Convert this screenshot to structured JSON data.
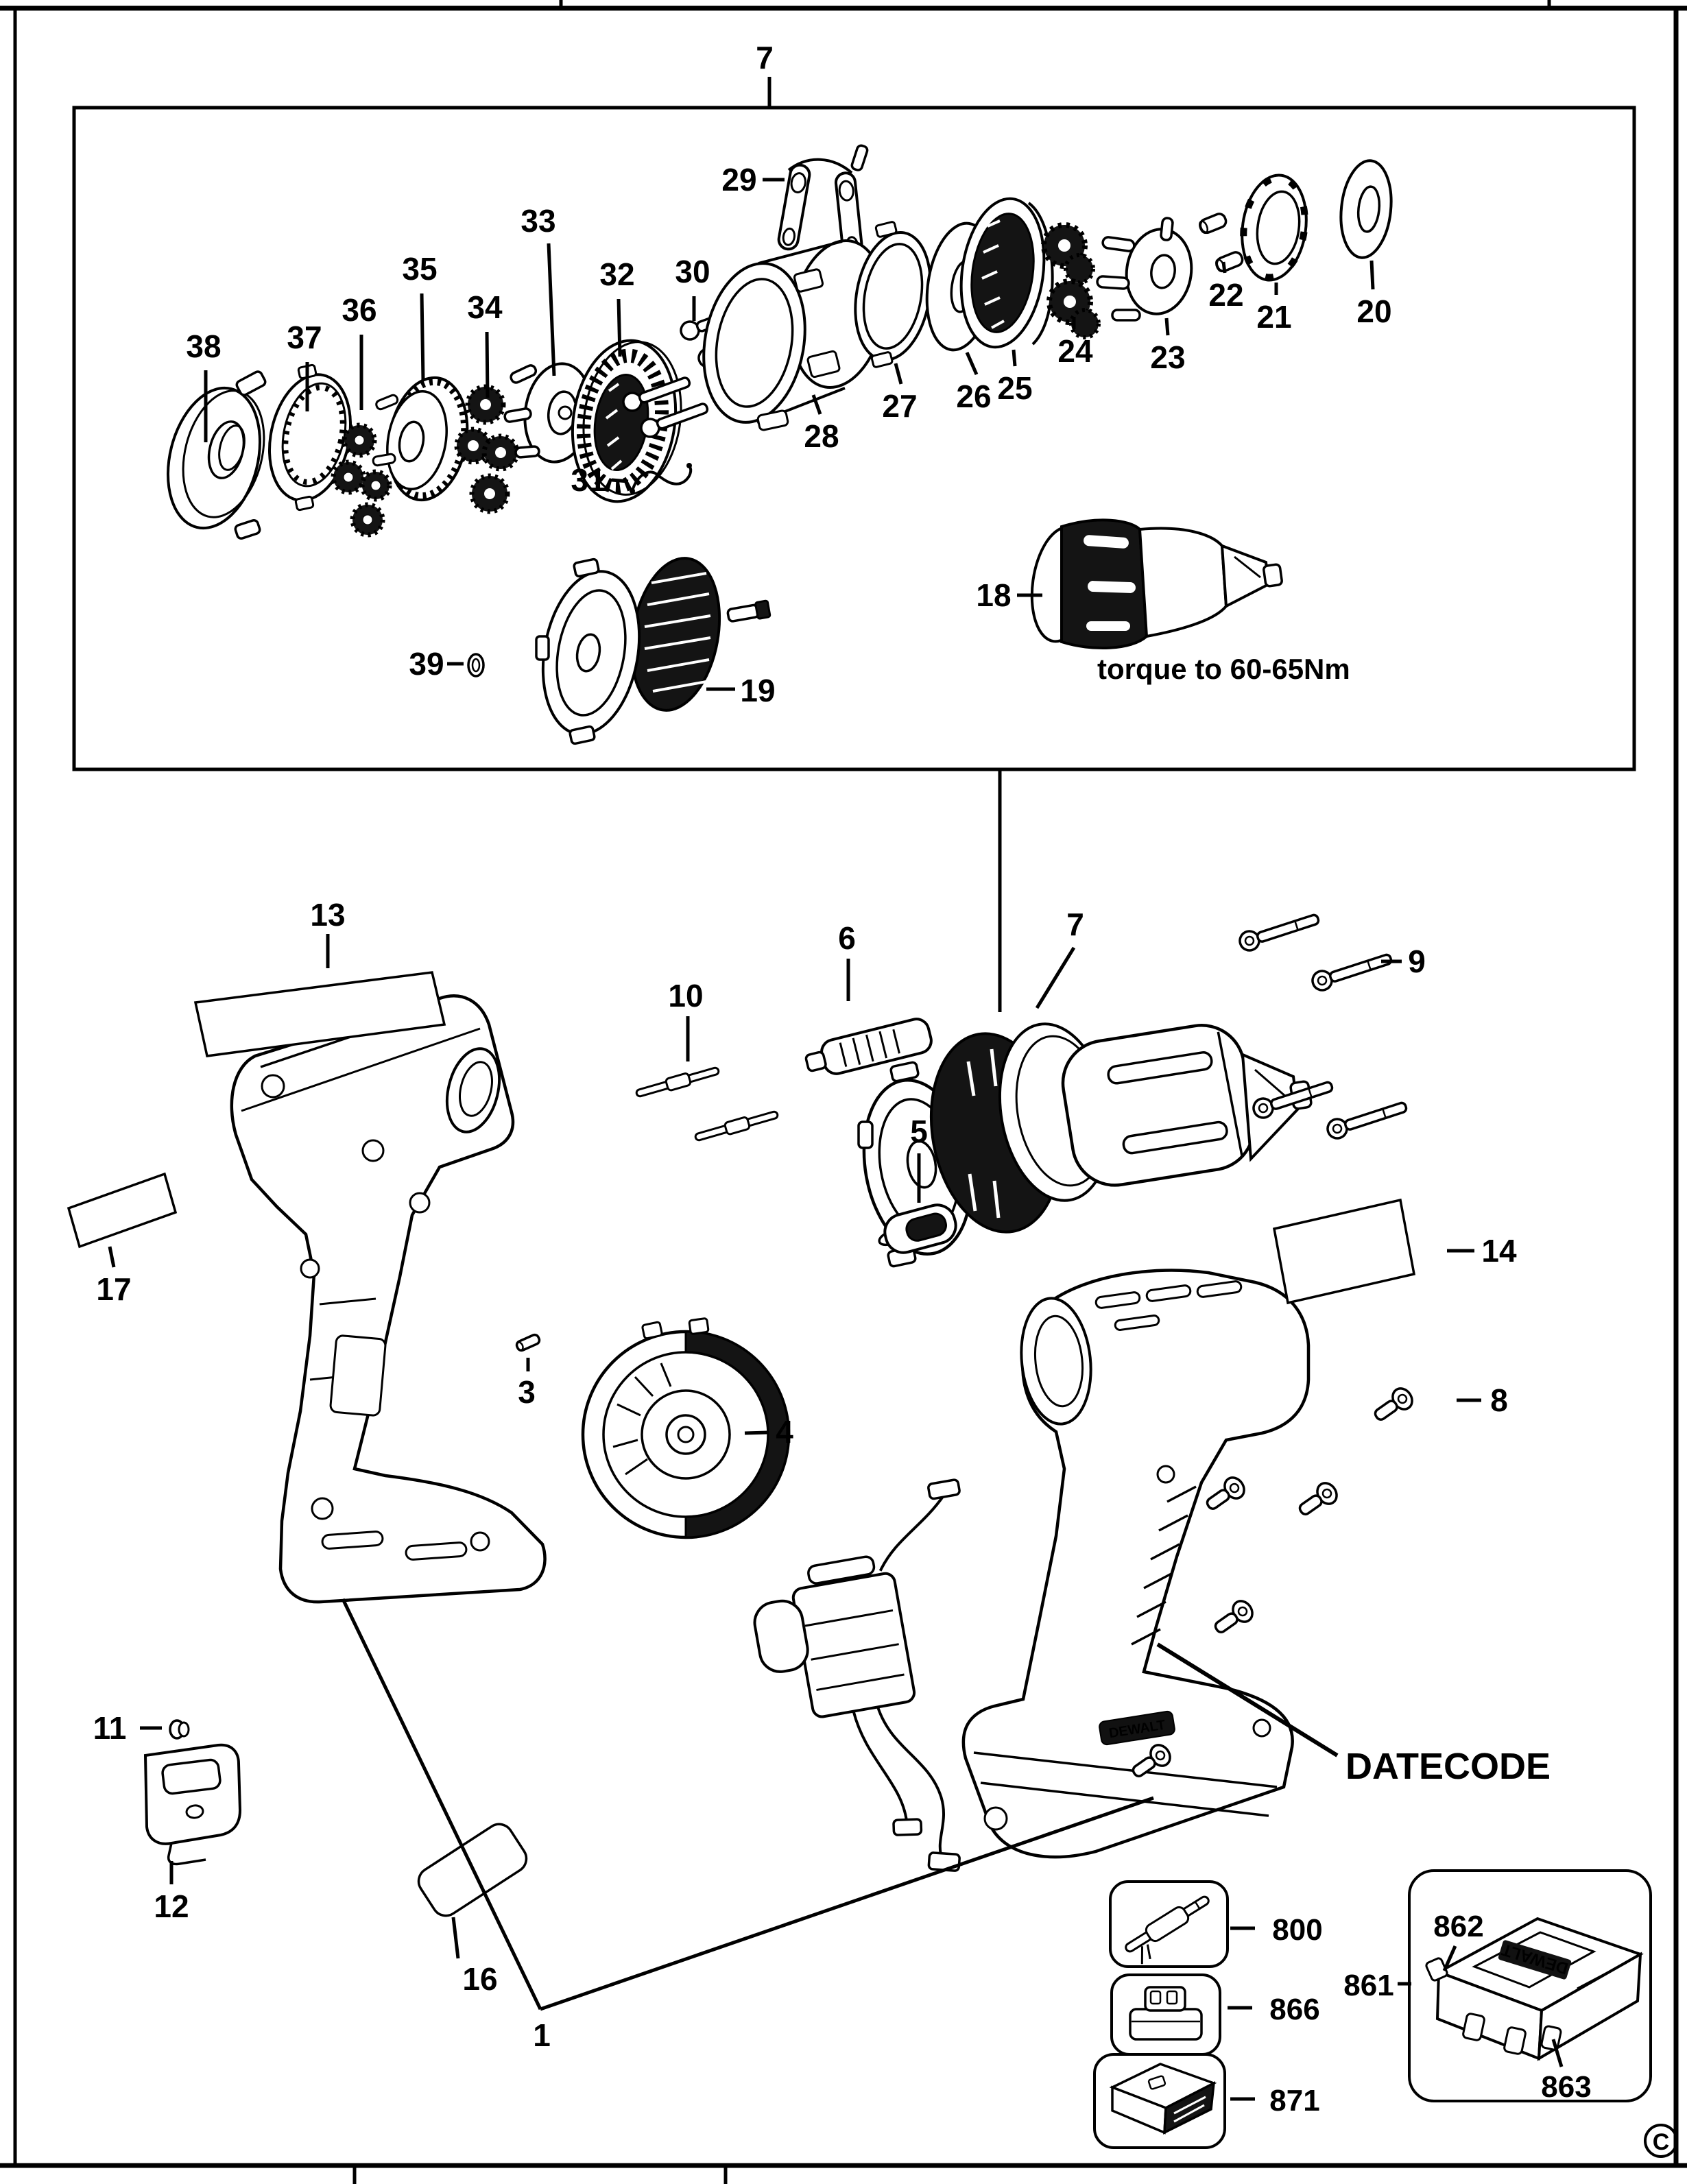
{
  "page": {
    "copyright": "C",
    "brand": "DEWALT"
  },
  "top_box": {
    "assembly_label": "7",
    "torque_note": "torque to 60-65Nm",
    "parts": {
      "p18": "18",
      "p19": "19",
      "p20": "20",
      "p21": "21",
      "p22": "22",
      "p23": "23",
      "p24": "24",
      "p25": "25",
      "p26": "26",
      "p27": "27",
      "p28": "28",
      "p29": "29",
      "p30": "30",
      "p31": "31",
      "p32": "32",
      "p33": "33",
      "p34": "34",
      "p35": "35",
      "p36": "36",
      "p37": "37",
      "p38": "38",
      "p39": "39"
    }
  },
  "main_view": {
    "datecode_label": "DATECODE",
    "parts": {
      "p1": "1",
      "p3": "3",
      "p4": "4",
      "p5": "5",
      "p6": "6",
      "p7": "7",
      "p8": "8",
      "p9": "9",
      "p10": "10",
      "p11": "11",
      "p12": "12",
      "p13": "13",
      "p14": "14",
      "p16": "16",
      "p17": "17"
    }
  },
  "accessories": {
    "parts": {
      "p800": "800",
      "p861": "861",
      "p862": "862",
      "p863": "863",
      "p866": "866",
      "p871": "871"
    }
  }
}
